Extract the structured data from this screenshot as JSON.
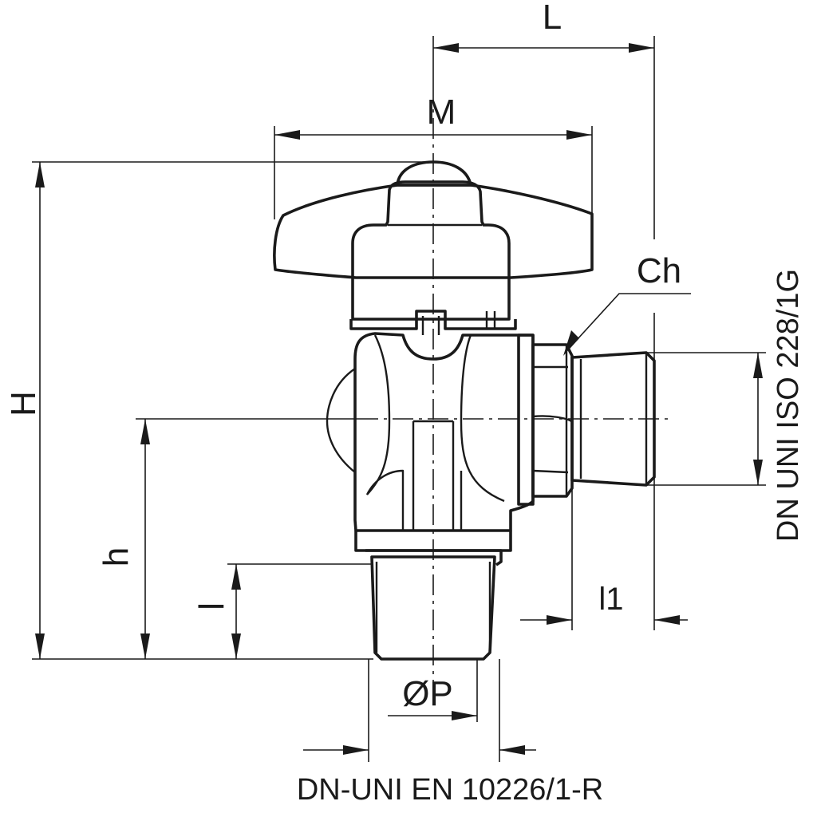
{
  "dimensions": {
    "L": "L",
    "M": "M",
    "H": "H",
    "h": "h",
    "l": "l",
    "l1": "l1",
    "Ch": "Ch",
    "P": "ØP"
  },
  "standards": {
    "side_thread": "DN UNI ISO 228/1G",
    "bottom_thread": "DN-UNI EN 10226/1-R"
  }
}
